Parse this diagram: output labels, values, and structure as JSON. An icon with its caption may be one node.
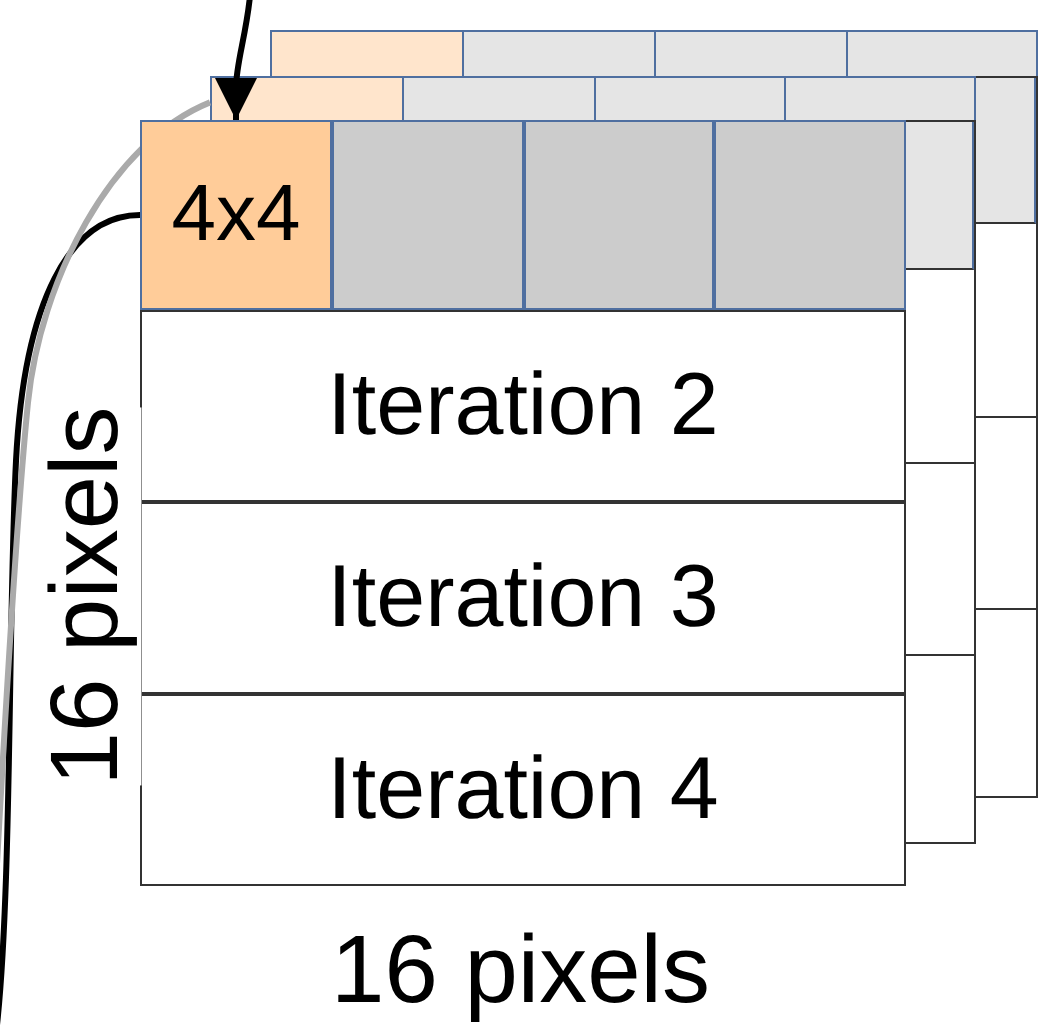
{
  "diagram": {
    "nodes": [
      {
        "text": [
          "4x4"
        ]
      },
      {
        "text": [],
        "shape": "box"
      },
      {
        "text": [],
        "shape": "box"
      },
      {
        "text": [],
        "shape": "box"
      },
      {
        "text": [
          "Iteration 2"
        ]
      },
      {
        "text": [
          "Iteration 3"
        ]
      },
      {
        "text": [
          "Iteration 4"
        ]
      },
      {
        "text": [],
        "shape": "box"
      },
      {
        "text": [],
        "shape": "box"
      }
    ],
    "edges": [
      {
        "from": null,
        "to": 0,
        "arrow": "to"
      },
      {
        "from": 0,
        "to": null,
        "arrow": "none"
      },
      {
        "from": 7,
        "to": null,
        "arrow": "none",
        "color": "#aaaaaa"
      }
    ],
    "labels": [
      "16 pixels",
      "16 pixels"
    ]
  }
}
